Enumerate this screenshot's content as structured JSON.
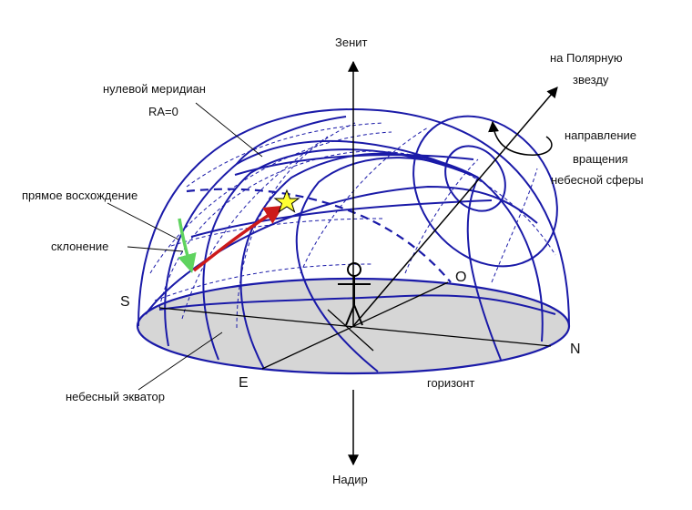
{
  "labels": {
    "zenith": "Зенит",
    "nadir": "Надир",
    "polar_star_line1": "на Полярную",
    "polar_star_line2": "звезду",
    "rotation_line1": "направление",
    "rotation_line2": "вращения",
    "rotation_line3": "небесной сферы",
    "zero_meridian_line1": "нулевой меридиан",
    "zero_meridian_line2": "RA=0",
    "right_ascension": "прямое восхождение",
    "declination": "склонение",
    "celestial_equator": "небесный экватор",
    "horizon": "горизонт",
    "south": "S",
    "north": "N",
    "east": "E",
    "west": "O"
  },
  "colors": {
    "grid": "#1a1aa8",
    "horizon_fill": "#d6d6d6",
    "right_ascension_arc": "#cc1a1a",
    "declination_arc": "#5fd35f",
    "star": "#ffff33",
    "lines": "#000000"
  }
}
